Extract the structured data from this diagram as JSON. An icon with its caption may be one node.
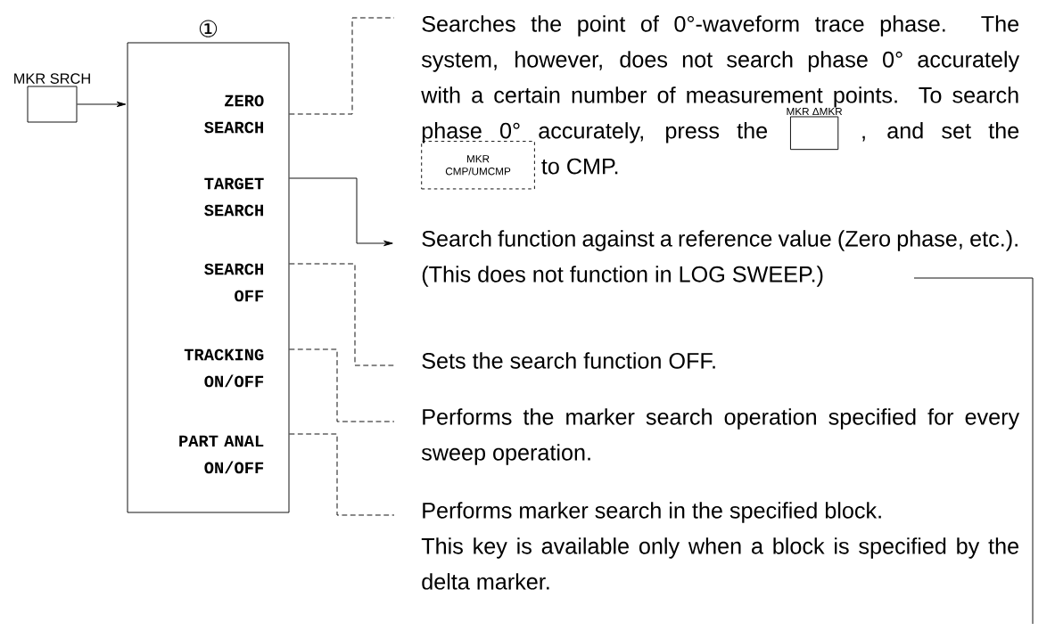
{
  "diagram": {
    "nodes": [
      {
        "text": [
          "MKR SRCH"
        ]
      },
      {
        "text": [
          "①"
        ]
      },
      {
        "text": [
          "ZERO SEARCH"
        ],
        "in": 1
      },
      {
        "text": [
          "TARGET SEARCH"
        ],
        "in": 1
      },
      {
        "text": [
          "SEARCH OFF"
        ],
        "in": 1
      },
      {
        "text": [
          "TRACKING ON/OFF"
        ],
        "in": 1
      },
      {
        "text": [
          "PART ANAL ON/OFF"
        ],
        "in": 1
      },
      {
        "text": [
          "Searches the point of 0°-waveform trace phase.  The system, however, does not search phase 0° accurately with a certain number of measurement points.  To search phase 0° accurately, press the",
          ", and set the",
          "to CMP."
        ]
      },
      {
        "text": [
          "MKR ΔMKR"
        ],
        "in": 7
      },
      {
        "text": [
          "MKR CMP/UMCMP"
        ],
        "in": 7
      },
      {
        "text": [
          "Search function against a reference value (Zero phase, etc.).",
          "(This does not function in LOG SWEEP.)"
        ]
      },
      {
        "text": [
          "Sets the search function OFF."
        ]
      },
      {
        "text": [
          "Performs the marker search operation specified for every sweep operation."
        ]
      },
      {
        "text": [
          "Performs marker search in the specified block.",
          "This key is available only when a block is specified by the delta marker."
        ]
      }
    ],
    "edges": [
      {
        "from": 0,
        "to": 1,
        "arrow": "to"
      },
      {
        "from": 2,
        "to": 7,
        "arrow": "none",
        "style": "dashed"
      },
      {
        "from": 3,
        "to": 10,
        "arrow": "to"
      },
      {
        "from": 4,
        "to": 11,
        "arrow": "none",
        "style": "dashed"
      },
      {
        "from": 5,
        "to": 12,
        "arrow": "none",
        "style": "dashed"
      },
      {
        "from": 6,
        "to": 13,
        "arrow": "none",
        "style": "dashed"
      }
    ]
  }
}
